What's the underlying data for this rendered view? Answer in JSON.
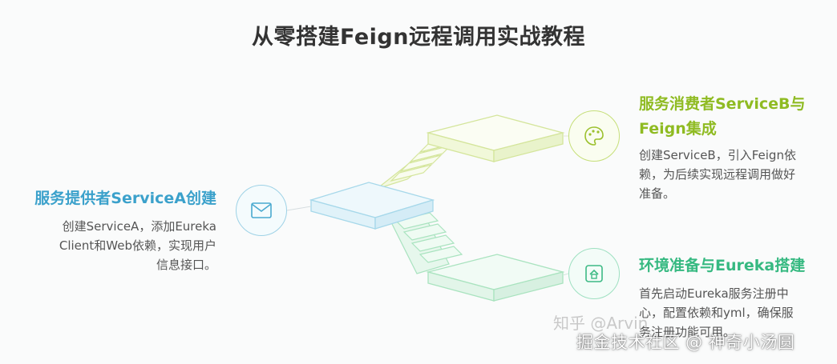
{
  "title": "从零搭建Feign远程调用实战教程",
  "steps": [
    {
      "heading": "服务提供者ServiceA创建",
      "lines": [
        "创建ServiceA，添加Eureka",
        "Client和Web依赖，实现用户",
        "信息接口。"
      ],
      "icon": "envelope-icon",
      "color": "#3ba1cb"
    },
    {
      "heading_lines": [
        "服务消费者ServiceB与",
        "Feign集成"
      ],
      "lines": [
        "创建ServiceB，引入Feign依",
        "赖，为后续实现远程调用做好",
        "准备。"
      ],
      "icon": "palette-icon",
      "color": "#8fbb22"
    },
    {
      "heading": "环境准备与Eureka搭建",
      "lines": [
        "首先启动Eureka服务注册中",
        "心，配置依赖和yml，确保服",
        "务注册功能可用。"
      ],
      "icon": "home-icon",
      "color": "#36b981"
    }
  ],
  "watermark": {
    "line1": "知乎 @Arvin",
    "line2": "掘金技术社区 @ 神奇小汤圆"
  }
}
